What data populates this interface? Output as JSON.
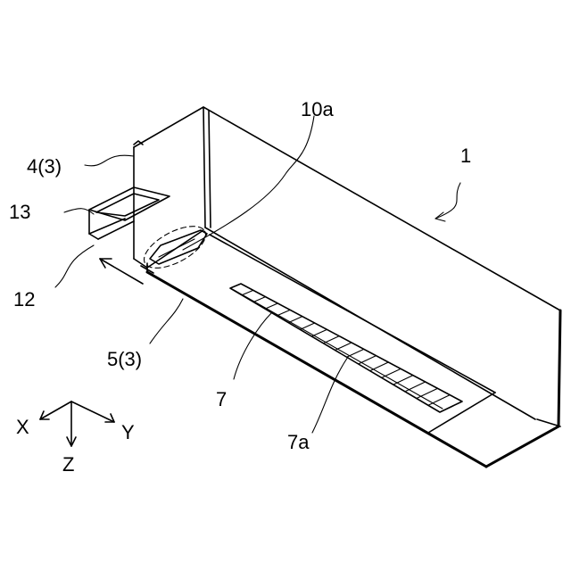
{
  "figure": {
    "labels": {
      "device": "1",
      "cover_upper": "4(3)",
      "cover_lower": "5(3)",
      "part_7": "7",
      "part_7a": "7a",
      "part_10a": "10a",
      "part_12": "12",
      "part_13": "13"
    },
    "axes": {
      "x": "X",
      "y": "Y",
      "z": "Z"
    }
  }
}
